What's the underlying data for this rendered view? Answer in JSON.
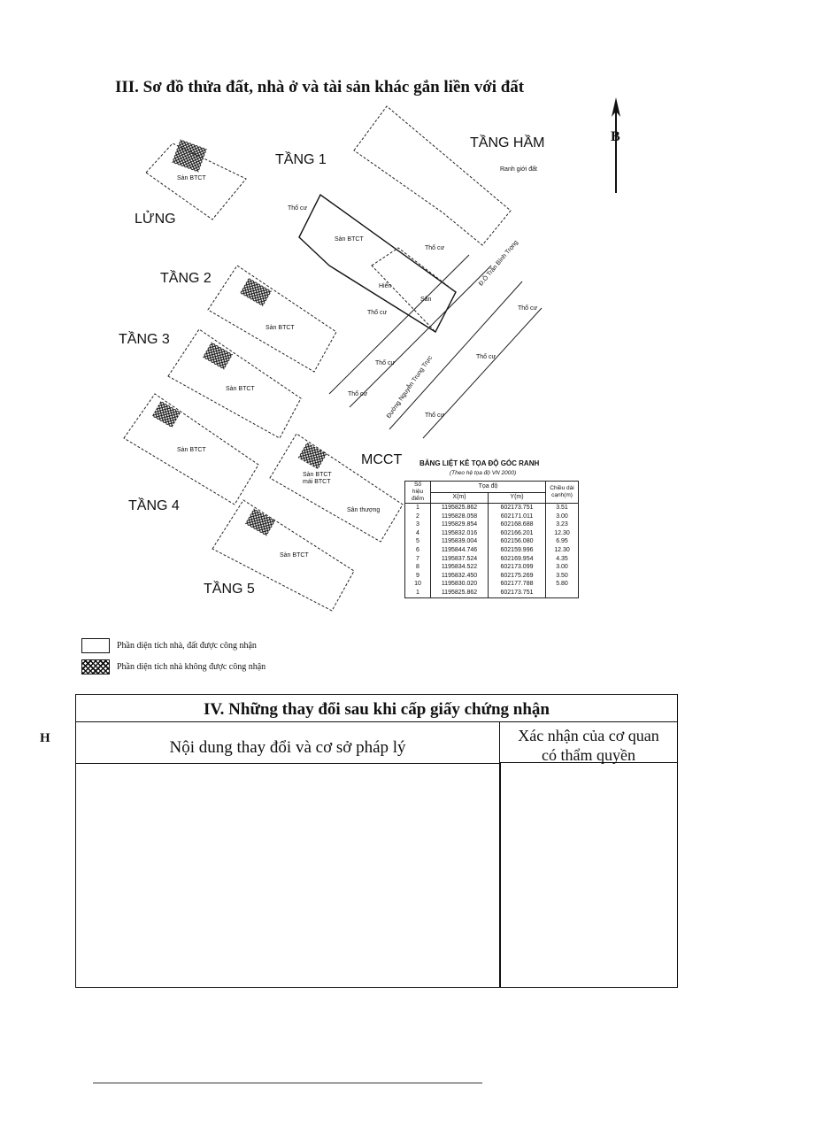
{
  "section3": {
    "title": "III. Sơ đồ thửa đất, nhà ở và tài sản khác gắn liền với đất"
  },
  "north": {
    "label": "B"
  },
  "floors": {
    "ham": "TẦNG HẦM",
    "tang1": "TẦNG 1",
    "lung": "LỬNG",
    "tang2": "TẦNG 2",
    "tang3": "TẦNG 3",
    "tang4": "TẦNG 4",
    "tang5": "TẦNG 5",
    "mcct": "MCCT"
  },
  "plan_labels": {
    "san_btct": "Sàn BTCT",
    "tho_cu": "Thổ cư",
    "hien": "Hiên",
    "san": "Sân",
    "ranh_gioi_dat": "Ranh giới đất",
    "duong_tran_binh_trong": "Đ.Ô Trần Bình Trọng",
    "duong_nguyen_trung_truc": "Đường Nguyễn Trung Trực",
    "san_thuong": "Sân thượng",
    "mai_btct": "mái BTCT"
  },
  "coord_table": {
    "title": "BẢNG LIỆT KÊ TỌA ĐỘ GÓC RANH",
    "subtitle": "(Theo hệ tọa độ VN 2000)",
    "headers": {
      "point": "Số hiệu điểm",
      "coord": "Tọa độ",
      "x": "X(m)",
      "y": "Y(m)",
      "edge": "Chiều dài cạnh(m)"
    },
    "rows": [
      {
        "p": "1",
        "x": "1195825.862",
        "y": "602173.751",
        "d": "3.51"
      },
      {
        "p": "2",
        "x": "1195828.058",
        "y": "602171.011",
        "d": "3.00"
      },
      {
        "p": "3",
        "x": "1195829.854",
        "y": "602168.688",
        "d": "3.23"
      },
      {
        "p": "4",
        "x": "1195832.016",
        "y": "602166.201",
        "d": "12.30"
      },
      {
        "p": "5",
        "x": "1195839.004",
        "y": "602156.080",
        "d": "6.95"
      },
      {
        "p": "6",
        "x": "1195844.746",
        "y": "602159.996",
        "d": "12.30"
      },
      {
        "p": "7",
        "x": "1195837.524",
        "y": "602169.954",
        "d": "4.35"
      },
      {
        "p": "8",
        "x": "1195834.522",
        "y": "602173.099",
        "d": "3.00"
      },
      {
        "p": "9",
        "x": "1195832.450",
        "y": "602175.269",
        "d": "3.50"
      },
      {
        "p": "10",
        "x": "1195830.020",
        "y": "602177.788",
        "d": "5.80"
      },
      {
        "p": "1",
        "x": "1195825.862",
        "y": "602173.751",
        "d": ""
      }
    ]
  },
  "legend": {
    "recognized": "Phần diện tích nhà, đất được công nhận",
    "not_recognized": "Phần diện tích nhà không được công nhận"
  },
  "section4": {
    "title": "IV. Những thay đổi sau khi cấp giấy chứng nhận",
    "col_content": "Nội dung thay đổi và cơ sở pháp lý",
    "col_confirm_1": "Xác nhận của cơ quan",
    "col_confirm_2": "có thẩm quyền"
  },
  "margin_letter": "H"
}
